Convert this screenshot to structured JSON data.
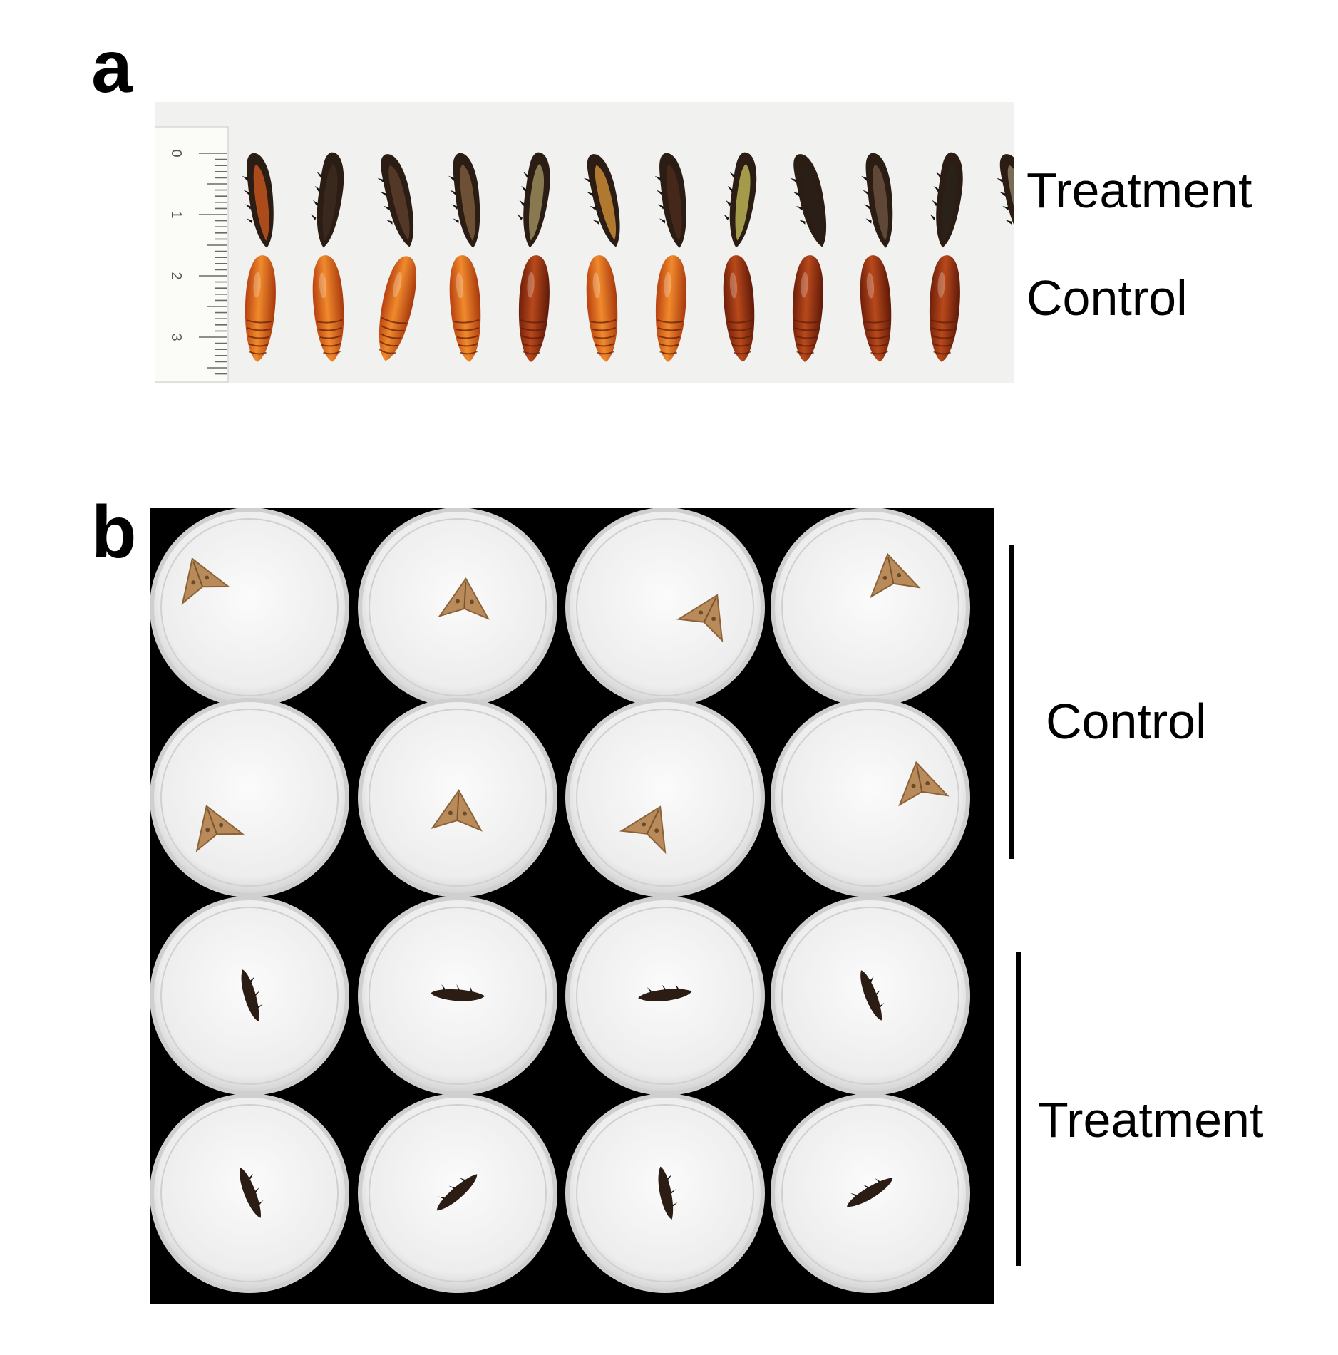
{
  "panel_a": {
    "letter": "a",
    "labels": {
      "treatment": "Treatment",
      "control": "Control"
    },
    "ruler_ticks": [
      "0",
      "1",
      "2",
      "3"
    ],
    "treatment_count": 12,
    "control_count": 11
  },
  "panel_b": {
    "letter": "b",
    "labels": {
      "control": "Control",
      "treatment": "Treatment"
    },
    "rows": 4,
    "columns": 4
  },
  "colors": {
    "pupa_orange": "#d9601c",
    "pupa_dark": "#8a2c10",
    "larva_dark": "#2b1d14",
    "moth_tan": "#b98b5b",
    "dish_background": "#000000",
    "dish_fill": "#f2f2f2"
  }
}
